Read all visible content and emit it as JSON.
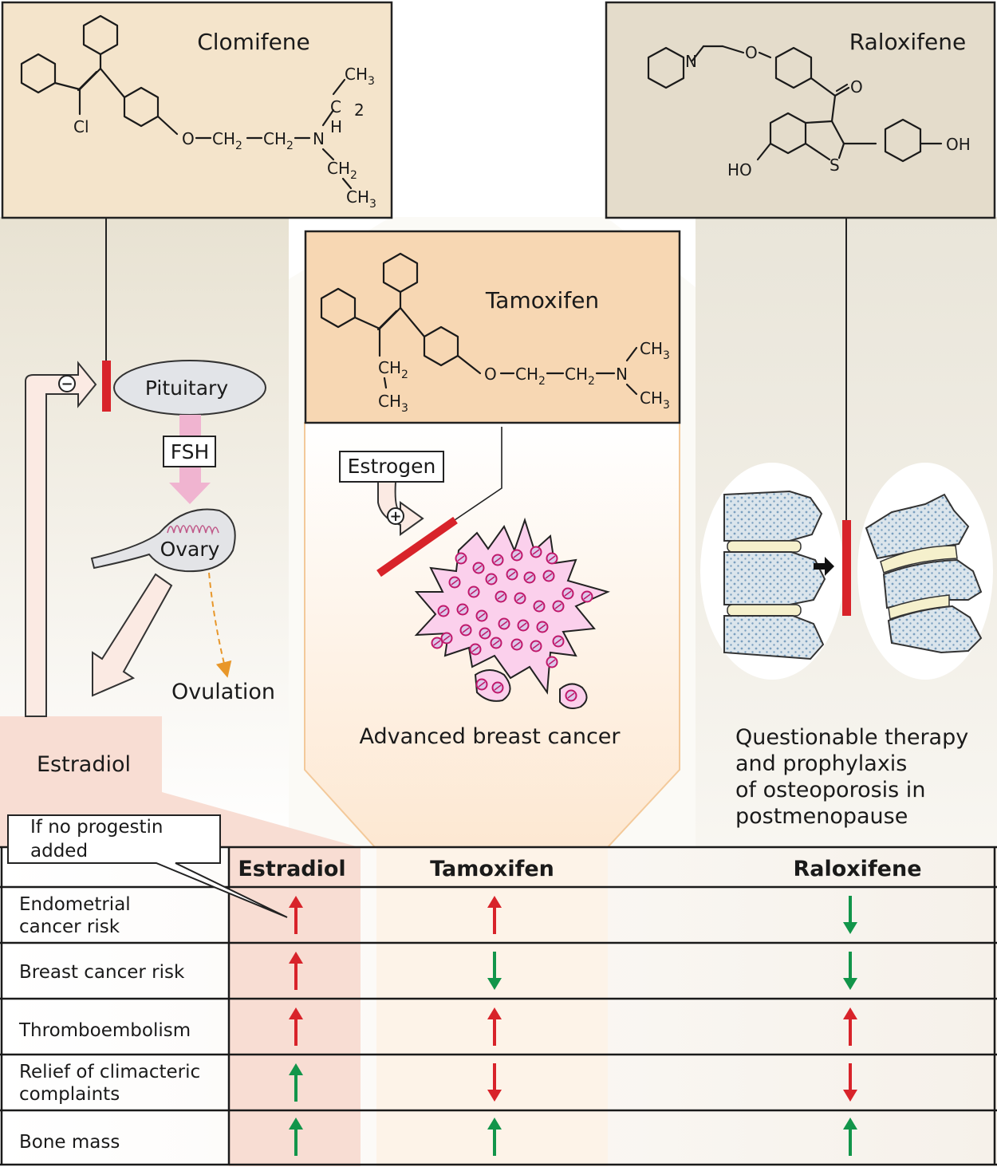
{
  "drugs": {
    "clomifene": "Clomifene",
    "tamoxifen": "Tamoxifen",
    "raloxifene": "Raloxifene"
  },
  "chem_labels": {
    "clomifene": {
      "cl": "Cl",
      "o": "O",
      "ch2a": "CH",
      "ch2b": "CH",
      "n": "N",
      "ch3_top": "CH",
      "c": "C",
      "sub2": "2",
      "h": "H",
      "ch2_low": "CH",
      "ch3_low": "CH"
    },
    "tamoxifen": {
      "ch2": "CH",
      "ch3": "CH",
      "o": "O",
      "ch2a": "CH",
      "ch2b": "CH",
      "n": "N",
      "ch3_top": "CH",
      "ch3_bot": "CH"
    },
    "raloxifene": {
      "n": "N",
      "o_ether": "O",
      "o_keto": "O",
      "oh": "OH",
      "ho": "HO",
      "s": "S"
    }
  },
  "subscripts": {
    "two": "2",
    "three": "3"
  },
  "pathway": {
    "pituitary": "Pituitary",
    "fsh": "FSH",
    "ovary": "Ovary",
    "ovulation": "Ovulation",
    "estradiol": "Estradiol",
    "inhibit_sign": "−"
  },
  "tamoxifen_panel": {
    "estrogen": "Estrogen",
    "stimulate_sign": "+",
    "caption": "Advanced breast cancer"
  },
  "raloxifene_panel": {
    "caption_lines": [
      "Questionable therapy",
      "and prophylaxis",
      "of osteoporosis in",
      "postmenopause"
    ]
  },
  "callout": {
    "lines": [
      "If no progestin",
      "added"
    ]
  },
  "table": {
    "columns": [
      "Estradiol",
      "Tamoxifen",
      "Raloxifene"
    ],
    "rows": [
      {
        "label": [
          "Endometrial",
          "cancer risk"
        ],
        "effects": [
          "up",
          "up",
          "down"
        ]
      },
      {
        "label": [
          "Breast cancer risk"
        ],
        "effects": [
          "up",
          "down",
          "down"
        ]
      },
      {
        "label": [
          "Thromboembolism"
        ],
        "effects": [
          "up",
          "up",
          "up"
        ]
      },
      {
        "label": [
          "Relief of climacteric",
          "complaints"
        ],
        "effects": [
          "up",
          "down",
          "down"
        ]
      },
      {
        "label": [
          "Bone mass"
        ],
        "effects": [
          "up",
          "up",
          "up"
        ]
      }
    ],
    "arrow_colors": {
      "red": "#d8232a",
      "green": "#12954a"
    },
    "arrow_color_grid": [
      [
        "red",
        "red",
        "green"
      ],
      [
        "red",
        "green",
        "green"
      ],
      [
        "red",
        "red",
        "red"
      ],
      [
        "green",
        "red",
        "red"
      ],
      [
        "green",
        "green",
        "green"
      ]
    ]
  },
  "colors": {
    "clomifene_box": "#f4e4cb",
    "tamoxifen_box": "#f7d7b3",
    "raloxifene_box": "#e4dccb",
    "estradiol_column": "#f8ddd3",
    "block_red": "#d8232a",
    "fsh_arrow": "#f0b4d0",
    "cancer_cell": "#fbd0ec"
  }
}
